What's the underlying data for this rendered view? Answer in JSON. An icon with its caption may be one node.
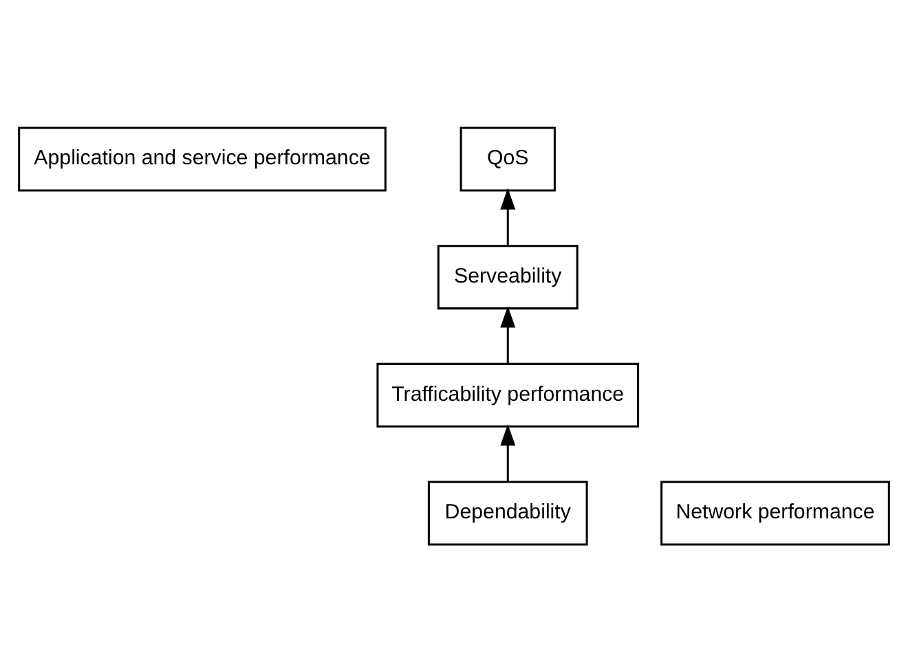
{
  "diagram": {
    "nodes": [
      {
        "text": [
          "Application and service performance"
        ]
      },
      {
        "text": [
          "QoS"
        ]
      },
      {
        "text": [
          "Serveability"
        ]
      },
      {
        "text": [
          "Trafficability performance"
        ]
      },
      {
        "text": [
          "Network performance"
        ]
      },
      {
        "text": [
          "Dependability"
        ]
      }
    ],
    "edges": [
      {
        "from": 5,
        "to": 3,
        "arrow": "to"
      },
      {
        "from": 3,
        "to": 2,
        "arrow": "to"
      },
      {
        "from": 2,
        "to": 1,
        "arrow": "to"
      }
    ]
  }
}
